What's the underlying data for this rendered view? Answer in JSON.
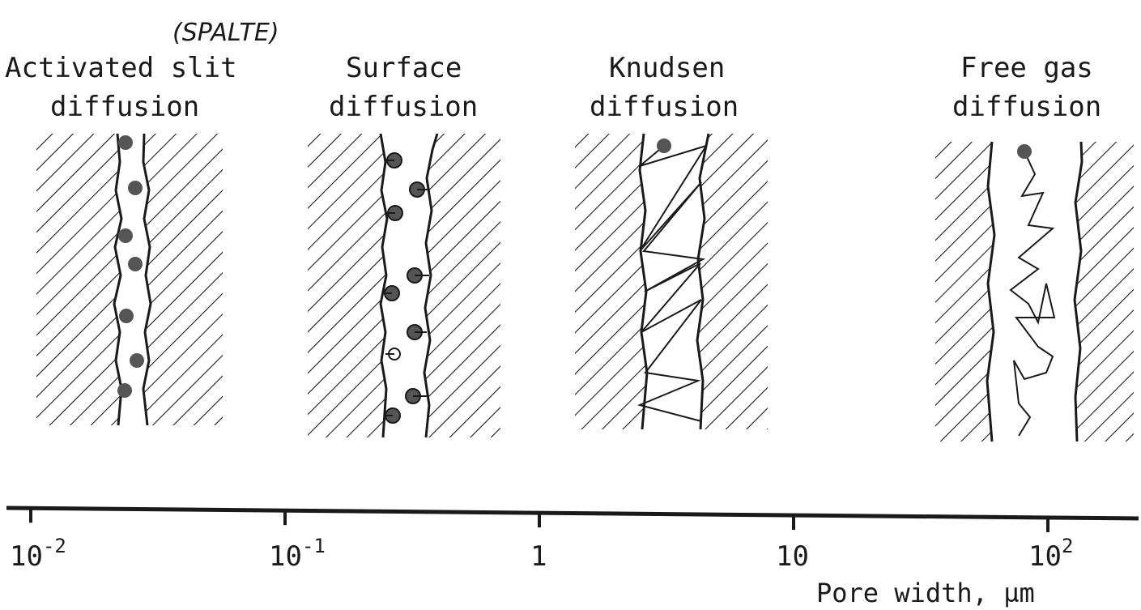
{
  "annotation": "(SPALTE)",
  "panels": [
    {
      "line1": "Activated slit",
      "line2": "diffusion"
    },
    {
      "line1": "Surface",
      "line2": "diffusion"
    },
    {
      "line1": "Knudsen",
      "line2": "diffusion"
    },
    {
      "line1": "Free gas",
      "line2": "diffusion"
    }
  ],
  "axis": {
    "ticks": [
      {
        "base": "10",
        "exp": "-2"
      },
      {
        "base": "10",
        "exp": "-1"
      },
      {
        "base": "1",
        "exp": ""
      },
      {
        "base": "10",
        "exp": ""
      },
      {
        "base": "10",
        "exp": "2"
      }
    ],
    "label": "Pore width, µm"
  },
  "colors": {
    "ink": "#1a1a1a",
    "molecule": "#555555",
    "paper": "#ffffff"
  }
}
